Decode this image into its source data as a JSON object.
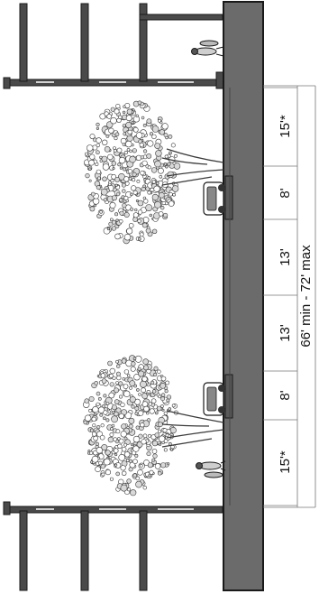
{
  "segments": [
    {
      "id": "sidewalk-top",
      "label": "15'*"
    },
    {
      "id": "parking-top",
      "label": "8'"
    },
    {
      "id": "travel-lane-top",
      "label": "13'"
    },
    {
      "id": "travel-lane-bottom",
      "label": "13'"
    },
    {
      "id": "parking-bottom",
      "label": "8'"
    },
    {
      "id": "sidewalk-bottom",
      "label": "15'*"
    }
  ],
  "total_width_label": "66' min - 72' max",
  "colors": {
    "road": "#6b6b6b",
    "road_edge": "#1a1a1a",
    "building": "#4a4a4a",
    "tree": "#3a3a3a",
    "line": "#555555"
  }
}
